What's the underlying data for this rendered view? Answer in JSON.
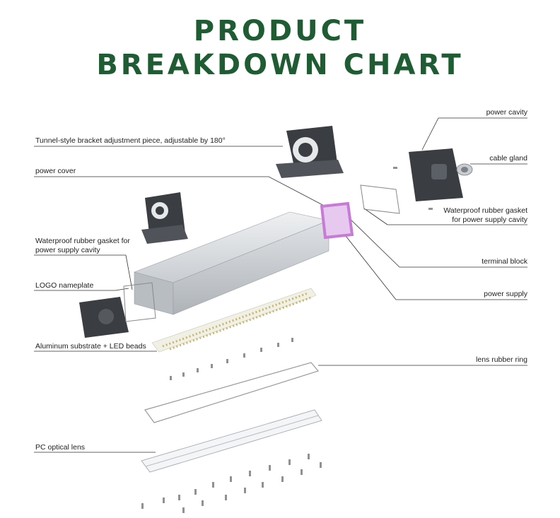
{
  "header": {
    "title_line1": "PRODUCT",
    "title_line2": "BREAKDOWN CHART",
    "title_color": "#1f5c33"
  },
  "labels": {
    "power_cavity": "power cavity",
    "cable_gland": "cable gland",
    "gasket_right_1": "Waterproof rubber gasket",
    "gasket_right_2": "for power supply cavity",
    "terminal_block": "terminal block",
    "power_supply": "power supply",
    "lens_rubber_ring": "lens rubber ring",
    "bracket": "Tunnel-style bracket adjustment piece, adjustable by 180°",
    "power_cover": "power cover",
    "gasket_left_1": "Waterproof rubber gasket for",
    "gasket_left_2": "power supply cavity",
    "logo_nameplate": "LOGO nameplate",
    "substrate": "Aluminum substrate + LED beads",
    "pc_lens": "PC optical lens"
  },
  "colors": {
    "accent_highlight": "#c77bd6",
    "housing": "#d9dcdf",
    "dark_part": "#3a3d41"
  }
}
